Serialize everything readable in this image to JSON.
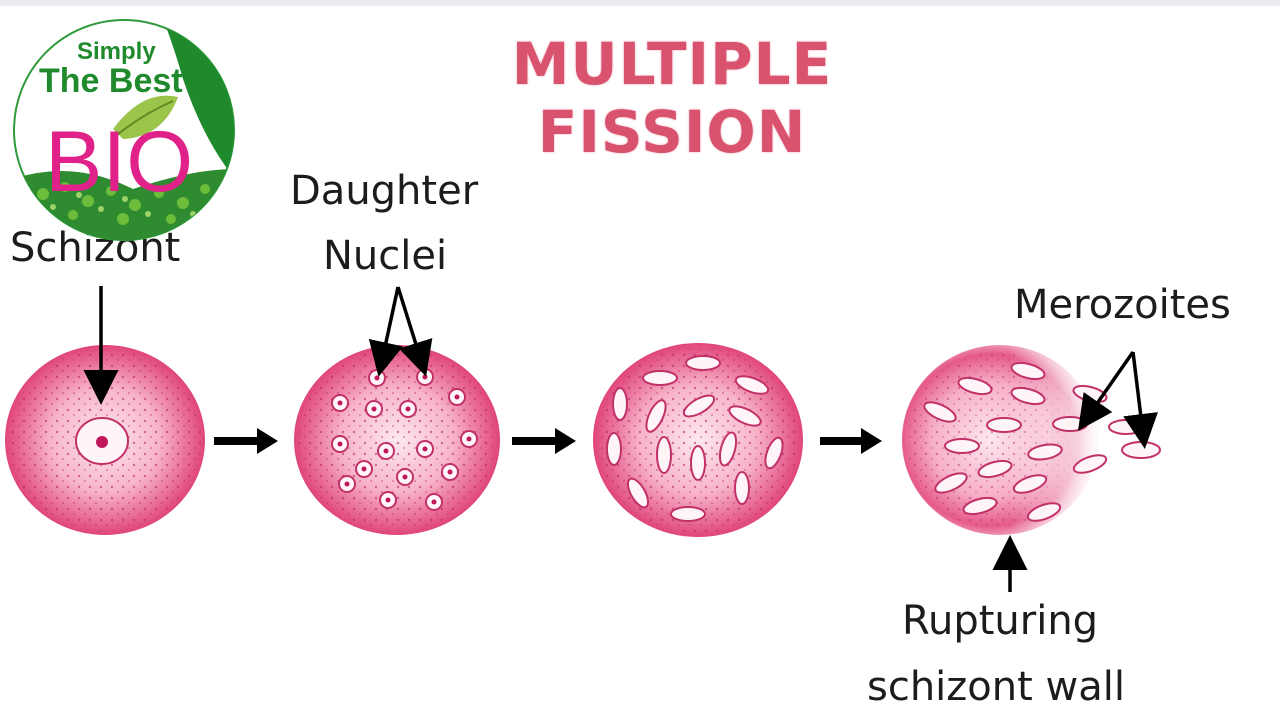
{
  "title": "MULTIPLE FISSION",
  "labels": {
    "schizont": "Schizont",
    "daughter_line1": "Daughter",
    "daughter_line2": "Nuclei",
    "merozoites": "Merozoites",
    "rupturing_line1": "Rupturing",
    "rupturing_line2": "schizont wall"
  },
  "logo": {
    "line1": "Simply",
    "line2": "The Best",
    "line3": "BIO"
  },
  "colors": {
    "title": "#d9536f",
    "cell_core": "#fde4ec",
    "cell_edge": "#e0457a",
    "logo_green": "#1e8a2c",
    "logo_magenta": "#e0218a"
  }
}
